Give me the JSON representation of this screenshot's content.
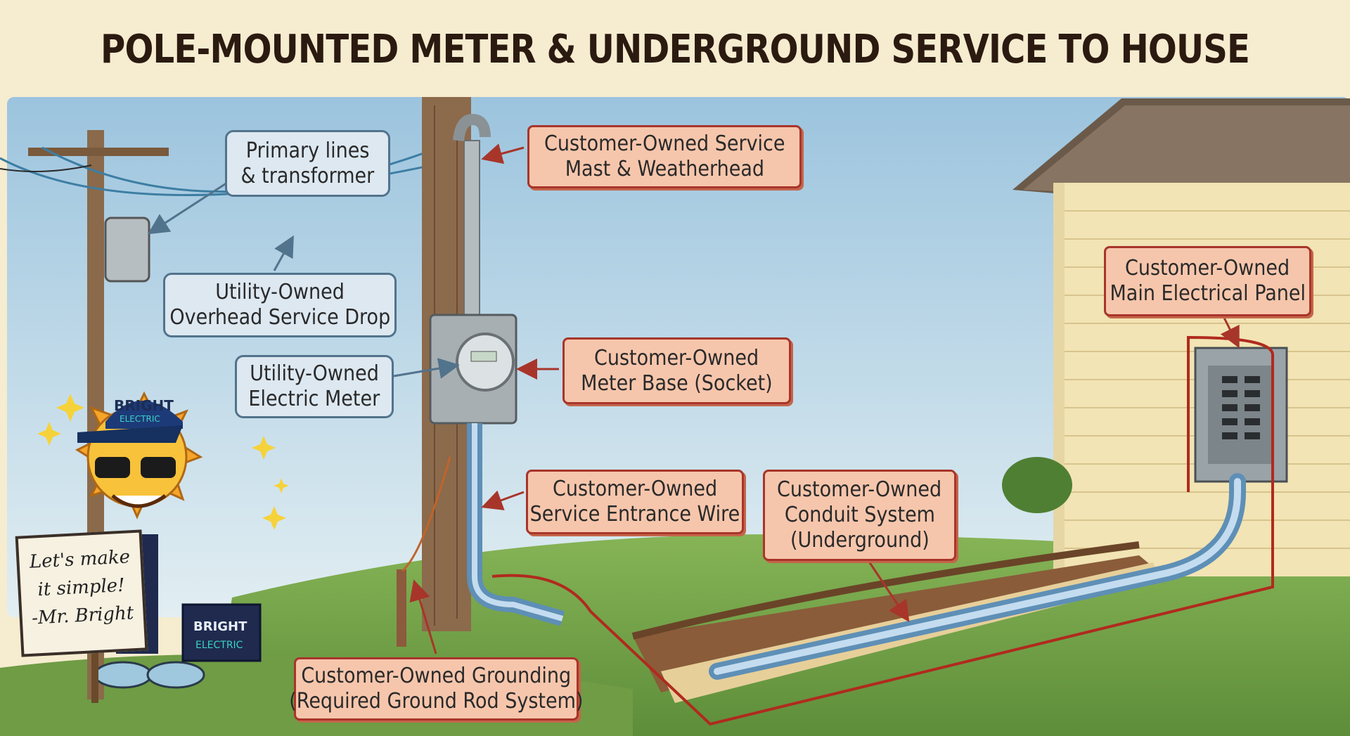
{
  "title": "POLE-MOUNTED METER & UNDERGROUND SERVICE TO HOUSE",
  "labels": {
    "primary_lines": [
      "Primary lines",
      "& transformer"
    ],
    "service_drop": [
      "Utility-Owned",
      "Overhead Service Drop"
    ],
    "electric_meter": [
      "Utility-Owned",
      "Electric Meter"
    ],
    "service_mast": [
      "Customer-Owned Service",
      "Mast & Weatherhead"
    ],
    "meter_base": [
      "Customer-Owned",
      "Meter Base (Socket)"
    ],
    "entrance_wire": [
      "Customer-Owned",
      "Service Entrance Wire"
    ],
    "conduit_system": [
      "Customer-Owned",
      "Conduit System",
      "(Underground)"
    ],
    "main_panel": [
      "Customer-Owned",
      "Main Electrical Panel"
    ],
    "grounding": [
      "Customer-Owned Grounding",
      "(Required Ground Rod System)"
    ]
  },
  "mascot": {
    "cap_text": "BRIGHT",
    "cap_subtext": "ELECTRIC",
    "toolbox_text": "BRIGHT",
    "toolbox_subtext": "ELECTRIC",
    "sign_lines": [
      "Let's make",
      "it simple!",
      "-Mr. Bright"
    ]
  },
  "colors": {
    "sky": "#bcd9ea",
    "grass": "#7aa84a",
    "house_siding": "#f2e4b4",
    "pole": "#8a6a4a",
    "conduit": "#8fb6d6",
    "customer_callout": "#f6c6ac",
    "utility_callout": "#dde8f1",
    "ground_wire": "#b02a1e"
  }
}
